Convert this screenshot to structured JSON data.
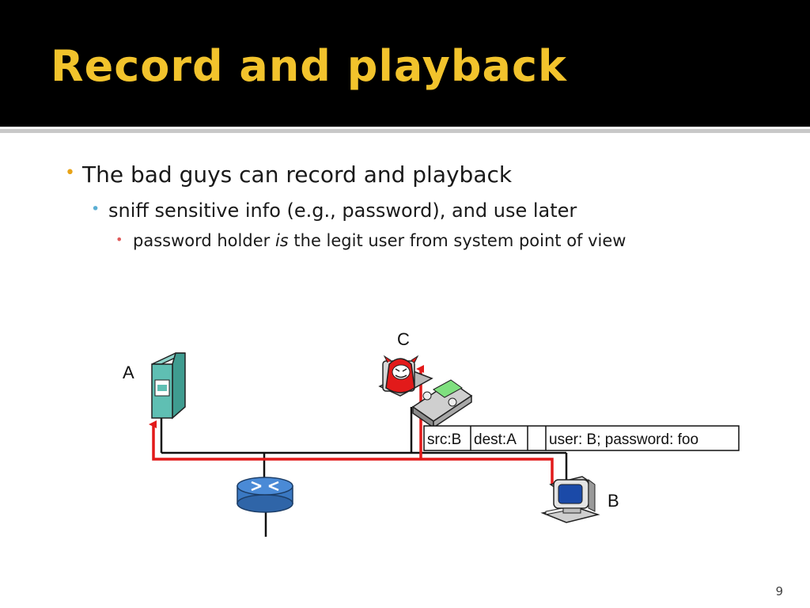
{
  "slide": {
    "title": "Record and playback",
    "page_number": "9"
  },
  "bullets": [
    {
      "text": "The bad guys can record and playback",
      "level": 1
    },
    {
      "text": "sniff sensitive info (e.g., password), and use later",
      "level": 2
    },
    {
      "text_before": "password holder ",
      "text_italic": "is",
      "text_after": " the legit user from system point of view",
      "level": 3
    }
  ],
  "diagram": {
    "nodes": [
      {
        "id": "A",
        "label": "A",
        "kind": "server-icon"
      },
      {
        "id": "C",
        "label": "C",
        "kind": "attacker-recorder-icon"
      },
      {
        "id": "B",
        "label": "B",
        "kind": "desktop-computer-icon"
      },
      {
        "id": "router",
        "label": "",
        "kind": "router-icon"
      }
    ],
    "packet": {
      "fields": [
        "src:B",
        "dest:A",
        "",
        "user: B; password: foo"
      ]
    },
    "colors": {
      "attack_path": "#e21a1a",
      "wire": "#111111",
      "server": "#5fbfb3",
      "title": "#f2c32c"
    }
  }
}
